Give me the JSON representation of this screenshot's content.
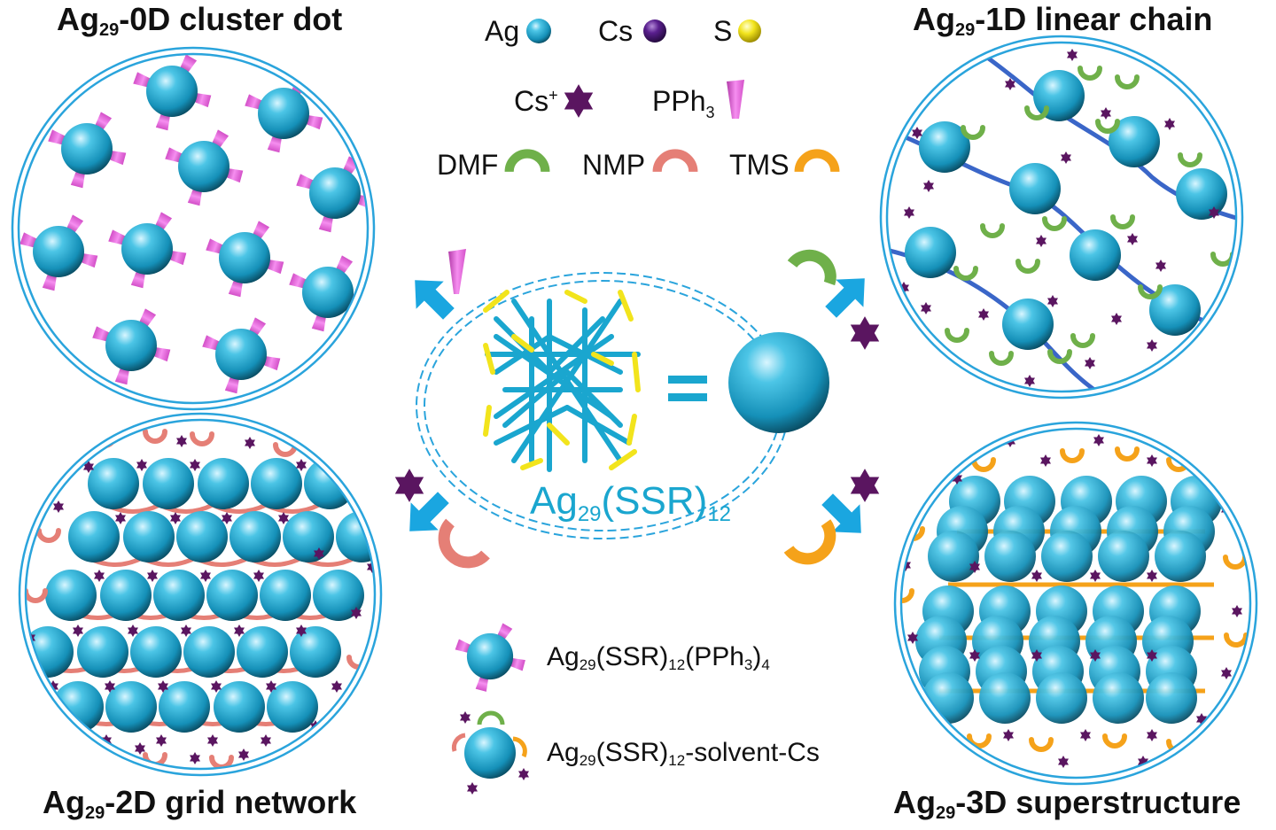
{
  "panels": {
    "top_left": {
      "prefix": "Ag",
      "sub": "29",
      "suffix": "-0D cluster dot"
    },
    "top_right": {
      "prefix": "Ag",
      "sub": "29",
      "suffix": "-1D linear chain"
    },
    "bottom_left": {
      "prefix": "Ag",
      "sub": "29",
      "suffix": "-2D grid network"
    },
    "bottom_right": {
      "prefix": "Ag",
      "sub": "29",
      "suffix": "-3D superstructure"
    }
  },
  "key": {
    "ag": "Ag",
    "cs": "Cs",
    "s": "S",
    "cs_ion": "Cs",
    "cs_ion_charge": "+",
    "pph3": "PPh",
    "pph3_sub": "3",
    "dmf": "DMF",
    "nmp": "NMP",
    "tms": "TMS"
  },
  "center": {
    "prefix": "Ag",
    "sub1": "29",
    "mid": "(SSR)",
    "sub2": "12",
    "equals": "="
  },
  "legend": {
    "item1": {
      "a": "Ag",
      "s1": "29",
      "b": "(SSR)",
      "s2": "12",
      "c": "(PPh",
      "s3": "3",
      "d": ")",
      "s4": "4"
    },
    "item2": {
      "a": "Ag",
      "s1": "29",
      "b": "(SSR)",
      "s2": "12",
      "c": "-solvent-Cs"
    }
  },
  "colors": {
    "ag": "#1aa6cf",
    "cs": "#4a1a7a",
    "s": "#f2e41c",
    "cs_ion": "#5a1560",
    "pph3": "#f06fe6",
    "dmf": "#6fb04a",
    "nmp": "#e57f76",
    "tms": "#f5a21a",
    "frame": "#2aa4dc",
    "arrow": "#1aa6e0",
    "chain": "#3a66c8"
  }
}
